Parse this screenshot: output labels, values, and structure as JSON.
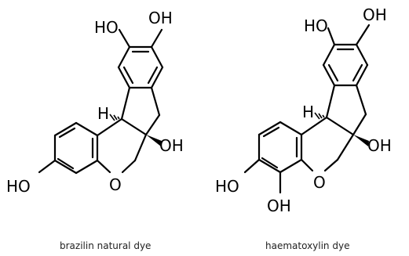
{
  "molecules": [
    {
      "caption": "brazilin natural dye",
      "labels": {
        "oh_a": "HO",
        "oh_b": "OH",
        "h": "H",
        "oh_c": "OH",
        "ho_d": "HO",
        "o_ring": "O"
      }
    },
    {
      "caption": "haematoxylin dye",
      "labels": {
        "oh_a": "HO",
        "oh_b": "OH",
        "h": "H",
        "oh_c": "OH",
        "ho_d": "HO",
        "o_ring": "O",
        "oh_e": "OH"
      }
    }
  ],
  "colors": {
    "ink": "#000000",
    "background": "#ffffff"
  }
}
